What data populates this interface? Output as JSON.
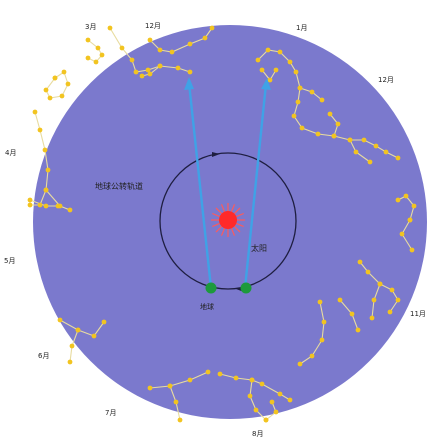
{
  "colors": {
    "sky": "#7b79cd",
    "star": "#f2c420",
    "constellation_line": "#e8dca0",
    "sight_line": "#3fa2e6",
    "sun": "#ff2a2a",
    "earth": "#1d9a3c",
    "orbit": "#1e1e40",
    "label": "#222222"
  },
  "labels": {
    "orbit": "地球公转轨道",
    "sun": "太阳",
    "earth": "地球",
    "month_1": "1月",
    "month_3": "3月",
    "month_4": "4月",
    "month_5": "5月",
    "month_6": "6月",
    "month_7": "7月",
    "month_8": "8月",
    "month_11": "11月",
    "month_12": "12月"
  }
}
